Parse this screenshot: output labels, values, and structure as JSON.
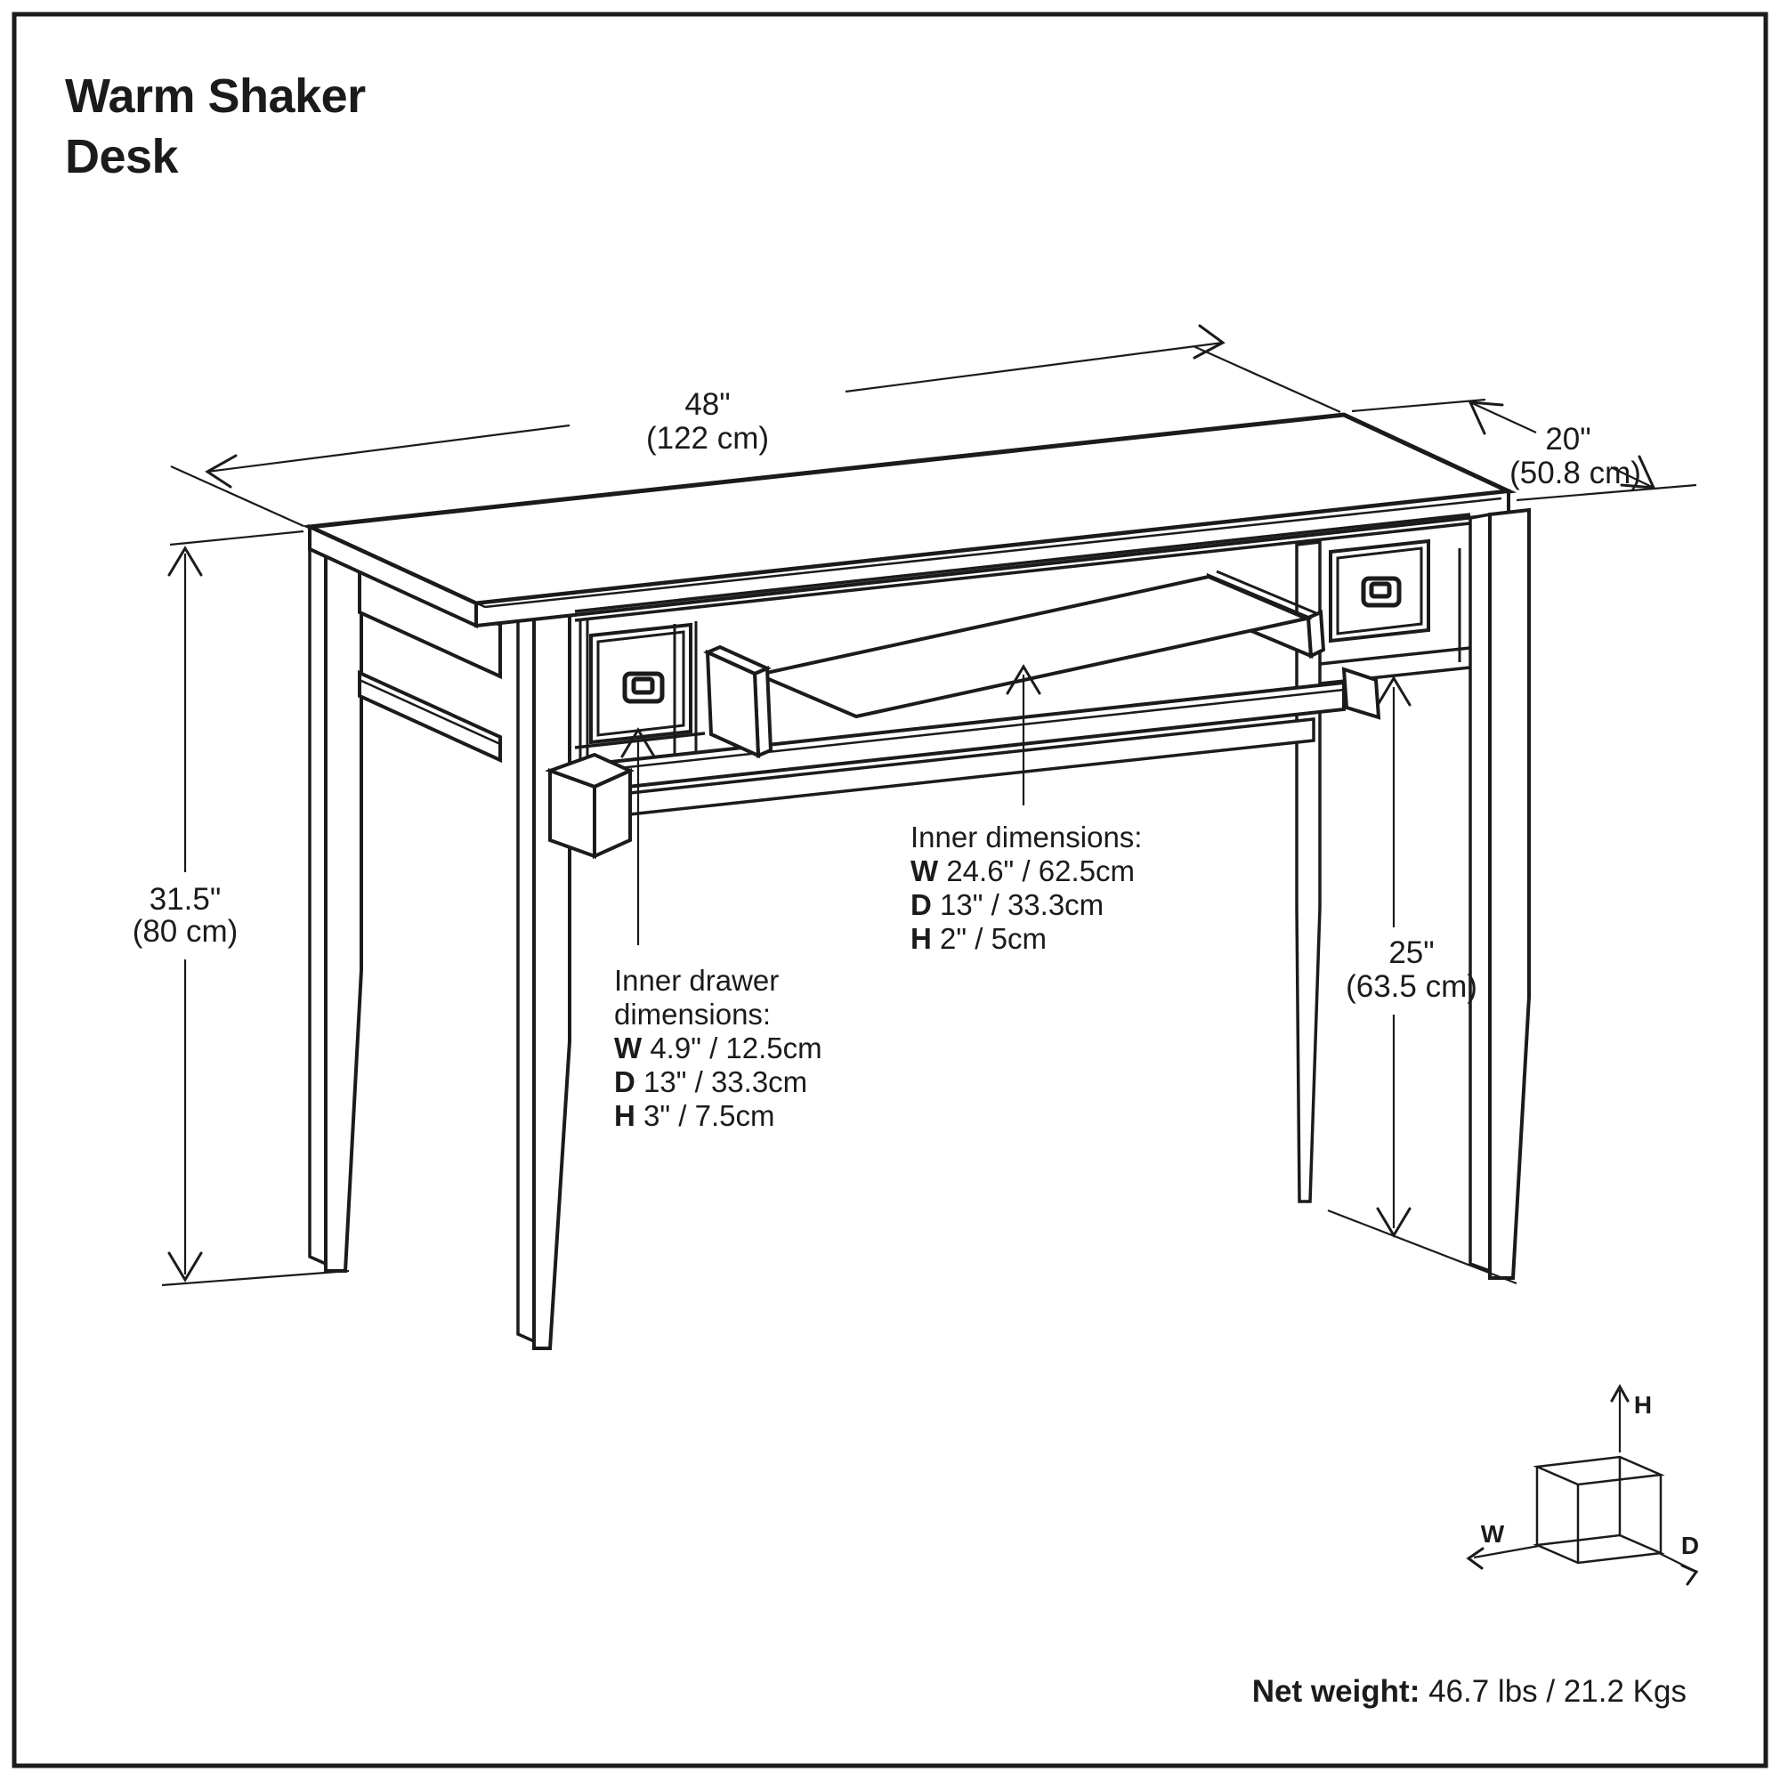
{
  "title": {
    "line1": "Warm Shaker",
    "line2": "Desk"
  },
  "dimensions": {
    "width": {
      "inches": "48\"",
      "metric": "(122 cm)"
    },
    "depth": {
      "inches": "20\"",
      "metric": "(50.8 cm)"
    },
    "height": {
      "inches": "31.5\"",
      "metric": "(80 cm)"
    },
    "clearance": {
      "inches": "25\"",
      "metric": "(63.5 cm)"
    }
  },
  "annotations": {
    "tray": {
      "heading": "Inner dimensions:",
      "rows": [
        {
          "k": "W",
          "v": " 24.6\" / 62.5cm"
        },
        {
          "k": "D",
          "v": " 13\" / 33.3cm"
        },
        {
          "k": "H",
          "v": " 2\" / 5cm"
        }
      ]
    },
    "drawer": {
      "heading_line1": "Inner drawer",
      "heading_line2": "dimensions:",
      "rows": [
        {
          "k": "W",
          "v": " 4.9\" / 12.5cm"
        },
        {
          "k": "D",
          "v": " 13\" / 33.3cm"
        },
        {
          "k": "H",
          "v": " 3\" / 7.5cm"
        }
      ]
    }
  },
  "legend": {
    "w": "W",
    "h": "H",
    "d": "D"
  },
  "footer": {
    "label": "Net weight:",
    "value": " 46.7 lbs / 21.2 Kgs"
  },
  "colors": {
    "ink": "#1b1b1b",
    "background": "#ffffff"
  }
}
